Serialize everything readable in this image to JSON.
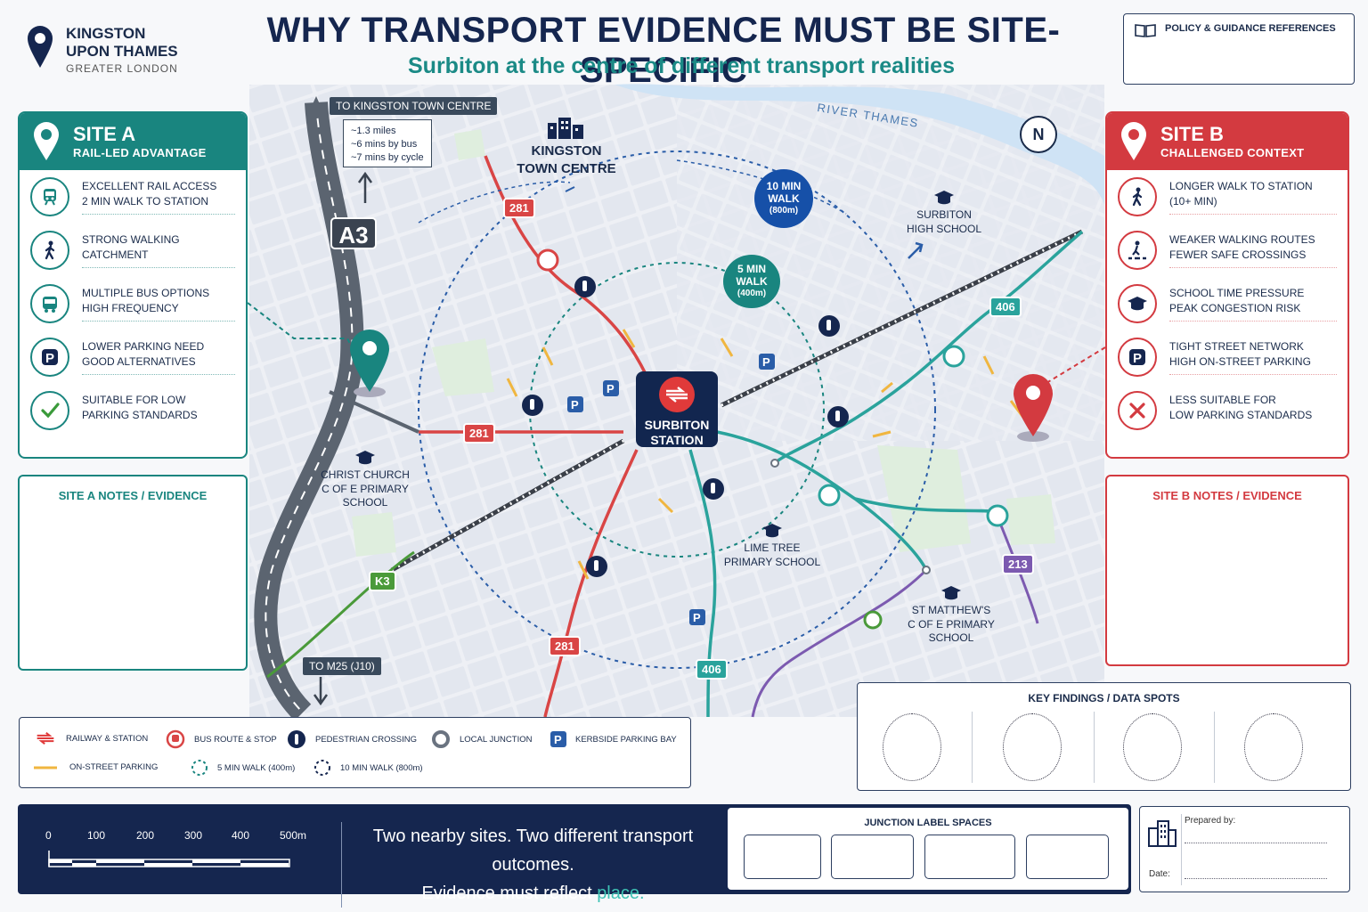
{
  "header": {
    "brand_line1": "KINGSTON",
    "brand_line2": "UPON THAMES",
    "brand_line3": "GREATER LONDON",
    "title": "WHY TRANSPORT EVIDENCE MUST BE SITE-SPECIFIC",
    "subtitle": "Surbiton at the centre of different transport realities",
    "policy_label": "POLICY & GUIDANCE REFERENCES"
  },
  "site_a": {
    "title": "SITE A",
    "subtitle": "RAIL-LED ADVANTAGE",
    "features": [
      {
        "icon": "train-icon",
        "line1": "EXCELLENT RAIL ACCESS",
        "line2": "2 MIN WALK TO STATION"
      },
      {
        "icon": "walking-person-icon",
        "line1": "STRONG WALKING",
        "line2": "CATCHMENT"
      },
      {
        "icon": "bus-icon",
        "line1": "MULTIPLE BUS OPTIONS",
        "line2": "HIGH FREQUENCY"
      },
      {
        "icon": "parking-icon",
        "line1": "LOWER PARKING NEED",
        "line2": "GOOD ALTERNATIVES"
      },
      {
        "icon": "check-icon",
        "line1": "SUITABLE FOR LOW",
        "line2": "PARKING STANDARDS"
      }
    ],
    "notes_title": "SITE A NOTES / EVIDENCE"
  },
  "site_b": {
    "title": "SITE B",
    "subtitle": "CHALLENGED CONTEXT",
    "features": [
      {
        "icon": "walking-person-icon",
        "line1": "LONGER WALK TO STATION",
        "line2": "(10+ MIN)"
      },
      {
        "icon": "pedestrian-crossing-icon",
        "line1": "WEAKER WALKING ROUTES",
        "line2": "FEWER SAFE CROSSINGS"
      },
      {
        "icon": "graduation-cap-icon",
        "line1": "SCHOOL TIME PRESSURE",
        "line2": "PEAK CONGESTION RISK"
      },
      {
        "icon": "parking-icon",
        "line1": "TIGHT STREET NETWORK",
        "line2": "HIGH ON-STREET PARKING"
      },
      {
        "icon": "cross-icon",
        "line1": "LESS SUITABLE FOR",
        "line2": "LOW PARKING STANDARDS"
      }
    ],
    "notes_title": "SITE B NOTES / EVIDENCE"
  },
  "map": {
    "to_kingston": "TO KINGSTON TOWN CENTRE",
    "info_l1": "~1.3 miles",
    "info_l2": "~6 mins by bus",
    "info_l3": "~7 mins by cycle",
    "a3": "A3",
    "to_m25": "TO M25 (J10)",
    "kingston_l1": "KINGSTON",
    "kingston_l2": "TOWN CENTRE",
    "river": "RIVER THAMES",
    "north": "N",
    "walk10_l1": "10 MIN",
    "walk10_l2": "WALK",
    "walk10_l3": "(800m)",
    "walk5_l1": "5 MIN",
    "walk5_l2": "WALK",
    "walk5_l3": "(400m)",
    "station_l1": "SURBITON",
    "station_l2": "STATION",
    "surbiton_high_l1": "SURBITON",
    "surbiton_high_l2": "HIGH SCHOOL",
    "christ_l1": "CHRIST CHURCH",
    "christ_l2": "C OF E PRIMARY",
    "christ_l3": "SCHOOL",
    "lime_l1": "LIME TREE",
    "lime_l2": "PRIMARY SCHOOL",
    "matthew_l1": "ST MATTHEW'S",
    "matthew_l2": "C OF E PRIMARY",
    "matthew_l3": "SCHOOL",
    "r281": "281",
    "r406": "406",
    "r213": "213",
    "rk3": "K3",
    "colors": {
      "teal": "#19857f",
      "red": "#d33a40",
      "navy": "#15264f",
      "bus_red": "#d94545",
      "bus_teal": "#2aa39c",
      "purple": "#7c5ab0",
      "green": "#4a9a3a"
    }
  },
  "legend": {
    "railway": "RAILWAY & STATION",
    "bus": "BUS ROUTE & STOP",
    "crossing": "PEDESTRIAN CROSSING",
    "junction": "LOCAL JUNCTION",
    "parking_bay": "KERBSIDE PARKING BAY",
    "on_street": "ON-STREET PARKING",
    "walk5": "5 MIN WALK (400m)",
    "walk10": "10 MIN WALK (800m)"
  },
  "findings": {
    "title": "KEY FINDINGS / DATA SPOTS"
  },
  "band": {
    "scale": [
      "0",
      "100",
      "200",
      "300",
      "400",
      "500m"
    ],
    "msg_line1": "Two nearby sites. Two different transport outcomes.",
    "msg_line2_a": "Evidence must reflect ",
    "msg_line2_b": "place."
  },
  "junction": {
    "title": "JUNCTION LABEL SPACES"
  },
  "prepared": {
    "prepared_by": "Prepared by:",
    "date": "Date:"
  }
}
